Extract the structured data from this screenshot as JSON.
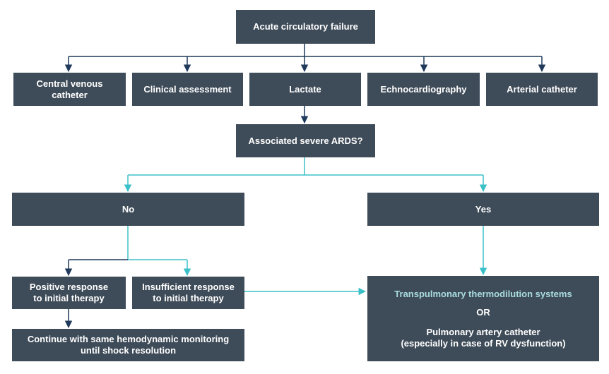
{
  "nodes": {
    "acute_failure": "Acute circulatory failure",
    "central_venous": "Central venous catheter",
    "clinical": "Clinical assessment",
    "lactate": "Lactate",
    "echo": "Echnocardiography",
    "arterial": "Arterial catheter",
    "ards_question": "Associated severe ARDS?",
    "no": "No",
    "yes": "Yes",
    "positive_line1": "Positive response",
    "positive_line2": "to initial therapy",
    "insufficient_line1": "Insufficient response",
    "insufficient_line2": "to initial therapy",
    "continue_line1": "Continue with same hemodynamic monitoring",
    "continue_line2": "until shock resolution",
    "transpulmonary": "Transpulmonary thermodilution systems",
    "or": "OR",
    "pac_line1": "Pulmonary artery catheter",
    "pac_line2": "(especially in case of RV dysfunction)"
  },
  "colors": {
    "box": "#3e4b58",
    "dark_arrow": "#1f3a5a",
    "teal_arrow": "#3cc0c8",
    "teal_text": "#a8dce0"
  }
}
